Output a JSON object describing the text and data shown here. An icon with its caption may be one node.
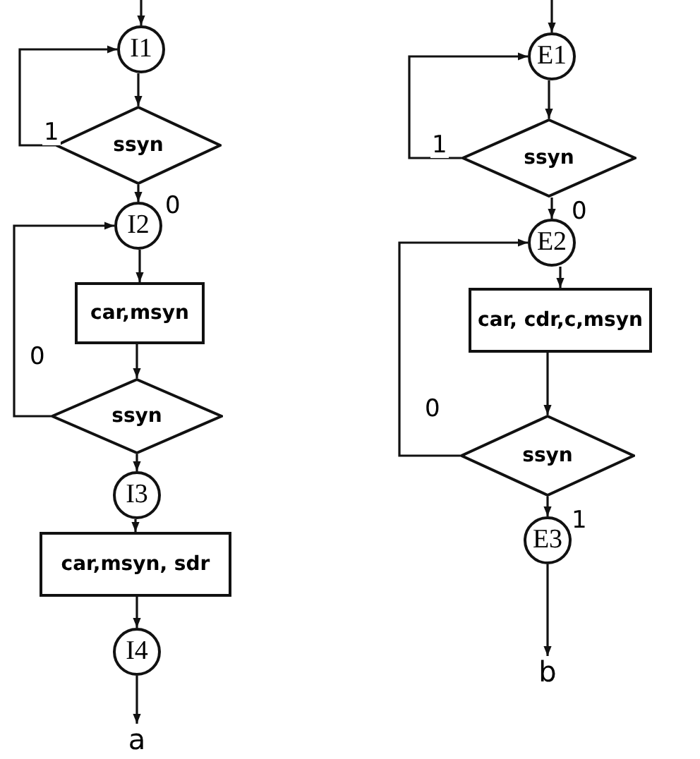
{
  "diagram": {
    "nodes": [
      {
        "text": [
          "I1"
        ]
      },
      {
        "text": [
          "ssyn"
        ]
      },
      {
        "text": [
          "I2"
        ]
      },
      {
        "text": [
          "car,msyn"
        ]
      },
      {
        "text": [
          "ssyn"
        ]
      },
      {
        "text": [
          "I3"
        ]
      },
      {
        "text": [
          "car,msyn, sdr"
        ]
      },
      {
        "text": [
          "I4"
        ]
      },
      {
        "text": [
          "E1"
        ]
      },
      {
        "text": [
          "ssyn"
        ]
      },
      {
        "text": [
          "E2"
        ]
      },
      {
        "text": [
          "car, cdr,c,msyn"
        ]
      },
      {
        "text": [
          "ssyn"
        ]
      },
      {
        "text": [
          "E3"
        ]
      },
      {
        "text": [
          "a"
        ]
      },
      {
        "text": [
          "b"
        ]
      }
    ],
    "edges": [
      {
        "from": null,
        "to": 0,
        "arrow": "to"
      },
      {
        "from": 0,
        "to": 1,
        "arrow": "to"
      },
      {
        "from": 1,
        "to": 0,
        "arrow": "to",
        "label": "1"
      },
      {
        "from": 1,
        "to": 2,
        "arrow": "to",
        "label": "0"
      },
      {
        "from": 2,
        "to": 3,
        "arrow": "to"
      },
      {
        "from": 3,
        "to": 4,
        "arrow": "to"
      },
      {
        "from": 4,
        "to": 2,
        "arrow": "to",
        "label": "0"
      },
      {
        "from": 4,
        "to": 5,
        "arrow": "to"
      },
      {
        "from": 5,
        "to": 6,
        "arrow": "to"
      },
      {
        "from": 6,
        "to": 7,
        "arrow": "to"
      },
      {
        "from": 7,
        "to": 14,
        "arrow": "to"
      },
      {
        "from": null,
        "to": 8,
        "arrow": "to"
      },
      {
        "from": 8,
        "to": 9,
        "arrow": "to"
      },
      {
        "from": 9,
        "to": 8,
        "arrow": "to",
        "label": "1"
      },
      {
        "from": 9,
        "to": 10,
        "arrow": "to",
        "label": "0"
      },
      {
        "from": 10,
        "to": 11,
        "arrow": "to"
      },
      {
        "from": 11,
        "to": 12,
        "arrow": "to"
      },
      {
        "from": 12,
        "to": 10,
        "arrow": "to",
        "label": "0"
      },
      {
        "from": 12,
        "to": 13,
        "arrow": "to",
        "label": "1"
      },
      {
        "from": 13,
        "to": 15,
        "arrow": "to"
      }
    ]
  }
}
